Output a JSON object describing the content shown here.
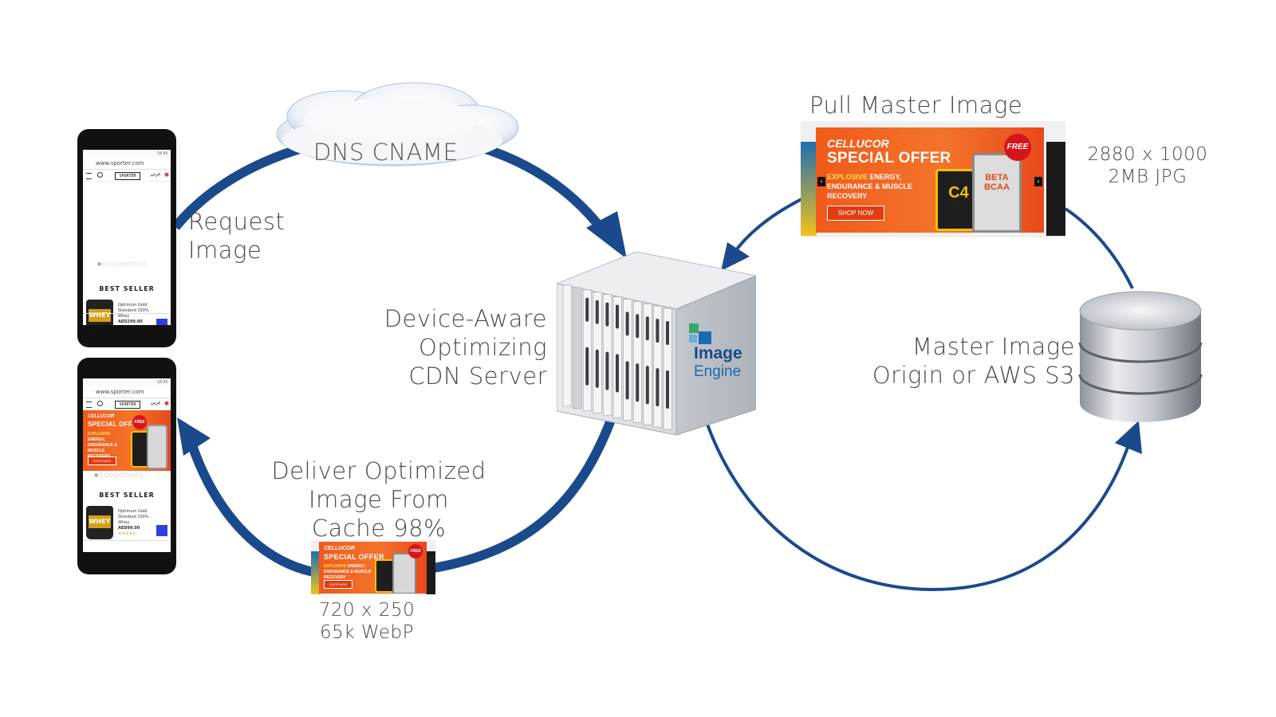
{
  "labels": {
    "dns": "DNS CNAME",
    "request": "Request\nImage",
    "cdn": "Device-Aware\nOptimizing\nCDN Server",
    "deliver": "Deliver Optimized\nImage From\nCache 98%",
    "small_spec": "720 x 250\n65k  WebP",
    "pull": "Pull Master Image",
    "master_spec": "2880 x 1000\n2MB  JPG",
    "origin": "Master Image\nOrigin or AWS S3"
  },
  "engine_logo": {
    "line1": "Image",
    "line2": "Engine"
  },
  "phone": {
    "status_time": "18:45",
    "url": "www.sporter.com",
    "store_logo": "SPORTER",
    "lang": "عربي",
    "best_seller": "BEST SELLER",
    "product_name": "Optimum Gold Standard 100% Whey",
    "price_1": "AED299.00",
    "price_2": "AED99.00",
    "tub_word": "WHEY"
  },
  "banner": {
    "brand": "CELLUCOR",
    "title": "SPECIAL OFFER",
    "tagline_lead": "EXPLOSIVE",
    "tagline_rest": "ENERGY, ENDURANCE & MUSCLE RECOVERY",
    "cta": "SHOP NOW",
    "badge": "FREE",
    "can_1": "C4",
    "can_2": "BETA BCAA"
  },
  "colors": {
    "arrow": "#1a4a8c",
    "banner_orange": "#f05a1a",
    "text": "#4a4a4a",
    "engine_blue": "#1a6bb0"
  }
}
